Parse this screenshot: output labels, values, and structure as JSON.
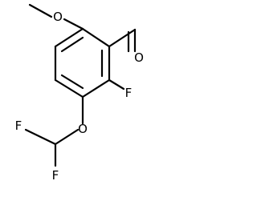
{
  "molecule": {
    "atoms": {
      "O_methoxy": "O",
      "O_aldehyde": "O",
      "F_ring": "F",
      "O_ether": "O",
      "F_top": "F",
      "F_bottom": "F"
    }
  }
}
